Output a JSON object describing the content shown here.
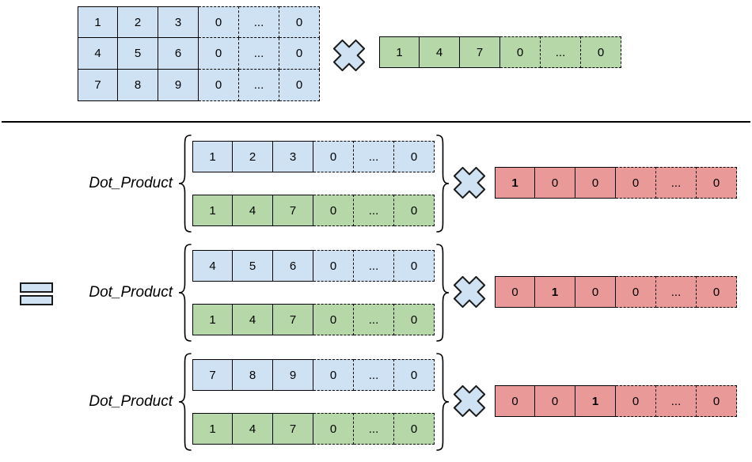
{
  "colors": {
    "matrix_fill": "#cfe2f3",
    "weight_fill": "#b6d7a8",
    "selector_fill": "#ea9999",
    "border": "#000000"
  },
  "top_section": {
    "matrix": {
      "rows": [
        [
          "1",
          "2",
          "3",
          "0",
          "...",
          "0"
        ],
        [
          "4",
          "5",
          "6",
          "0",
          "...",
          "0"
        ],
        [
          "7",
          "8",
          "9",
          "0",
          "...",
          "0"
        ]
      ]
    },
    "multiply_icon": "x",
    "vector": [
      "1",
      "4",
      "7",
      "0",
      "...",
      "0"
    ]
  },
  "equals_icon": "=",
  "blocks": [
    {
      "label": "Dot_Product",
      "row_vector": [
        "1",
        "2",
        "3",
        "0",
        "...",
        "0"
      ],
      "col_vector": [
        "1",
        "4",
        "7",
        "0",
        "...",
        "0"
      ],
      "selector": [
        "1",
        "0",
        "0",
        "0",
        "...",
        "0"
      ]
    },
    {
      "label": "Dot_Product",
      "row_vector": [
        "4",
        "5",
        "6",
        "0",
        "...",
        "0"
      ],
      "col_vector": [
        "1",
        "4",
        "7",
        "0",
        "...",
        "0"
      ],
      "selector": [
        "0",
        "1",
        "0",
        "0",
        "...",
        "0"
      ]
    },
    {
      "label": "Dot_Product",
      "row_vector": [
        "7",
        "8",
        "9",
        "0",
        "...",
        "0"
      ],
      "col_vector": [
        "1",
        "4",
        "7",
        "0",
        "...",
        "0"
      ],
      "selector": [
        "0",
        "0",
        "1",
        "0",
        "...",
        "0"
      ]
    }
  ]
}
